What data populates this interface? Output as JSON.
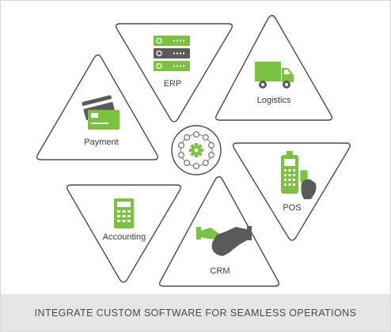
{
  "diagram": {
    "segments": [
      {
        "id": "erp",
        "label": "ERP",
        "icon": "server-stack-icon"
      },
      {
        "id": "logistics",
        "label": "Logistics",
        "icon": "delivery-truck-icon"
      },
      {
        "id": "payment",
        "label": "Payment",
        "icon": "credit-cards-icon"
      },
      {
        "id": "pos",
        "label": "POS",
        "icon": "pos-terminal-icon"
      },
      {
        "id": "accounting",
        "label": "Accounting",
        "icon": "calculator-icon"
      },
      {
        "id": "crm",
        "label": "CRM",
        "icon": "handshake-icon"
      }
    ],
    "hub_icon": "network-gear-icon"
  },
  "footer": {
    "text": "INTEGRATE CUSTOM SOFTWARE FOR SEAMLESS OPERATIONS"
  },
  "colors": {
    "accent": "#7cc242",
    "outline": "#4a4a4a",
    "icon_dark": "#5a5a5a",
    "footer_bg": "#e6e6e6"
  }
}
